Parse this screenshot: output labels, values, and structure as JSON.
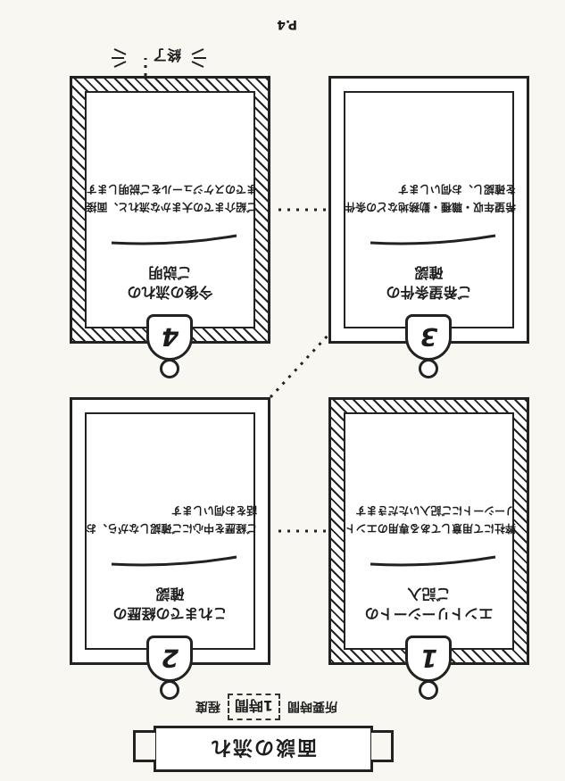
{
  "header": {
    "title": "面談の流れ",
    "time_label": "所要時間",
    "time_value": "1時間",
    "time_suffix": "程度"
  },
  "steps": [
    {
      "number": "1",
      "title": "エントリーシートの\nご記入",
      "desc": "弊社にて用意してある専用のエントリーシートにご記入いただきます"
    },
    {
      "number": "2",
      "title": "これまでの経歴の\n確認",
      "desc": "ご経歴を中心にご確認しながら、お話をお伺いします"
    },
    {
      "number": "3",
      "title": "ご希望条件の\n確認",
      "desc": "希望年収・職種・勤務地などの条件を確認し、お伺いします"
    },
    {
      "number": "4",
      "title": "今後の流れの\nご説明",
      "desc": "ご紹介までの大まかな流れと、面接までのスケジュールをご説明します"
    }
  ],
  "footer": {
    "end_label": "終了",
    "page_mark": "P.4"
  }
}
